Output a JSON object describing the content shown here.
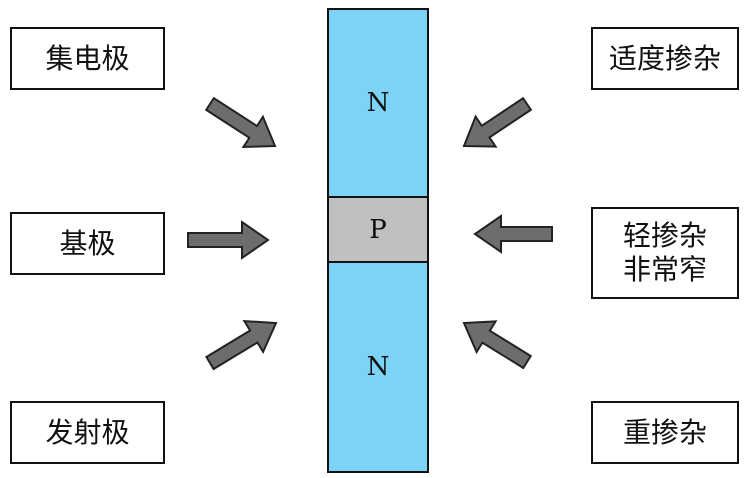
{
  "left_labels": {
    "collector": "集电极",
    "base": "基极",
    "emitter": "发射极"
  },
  "right_labels": {
    "moderate_doping": "适度掺杂",
    "light_doping_line1": "轻掺杂",
    "light_doping_line2": "非常窄",
    "heavy_doping": "重掺杂"
  },
  "layers": {
    "top": "N",
    "middle": "P",
    "bottom": "N"
  },
  "colors": {
    "n_region": "#7dd3f5",
    "p_region": "#c0c0c0",
    "arrow_fill": "#6d6d6d",
    "arrow_stroke": "#222222"
  }
}
